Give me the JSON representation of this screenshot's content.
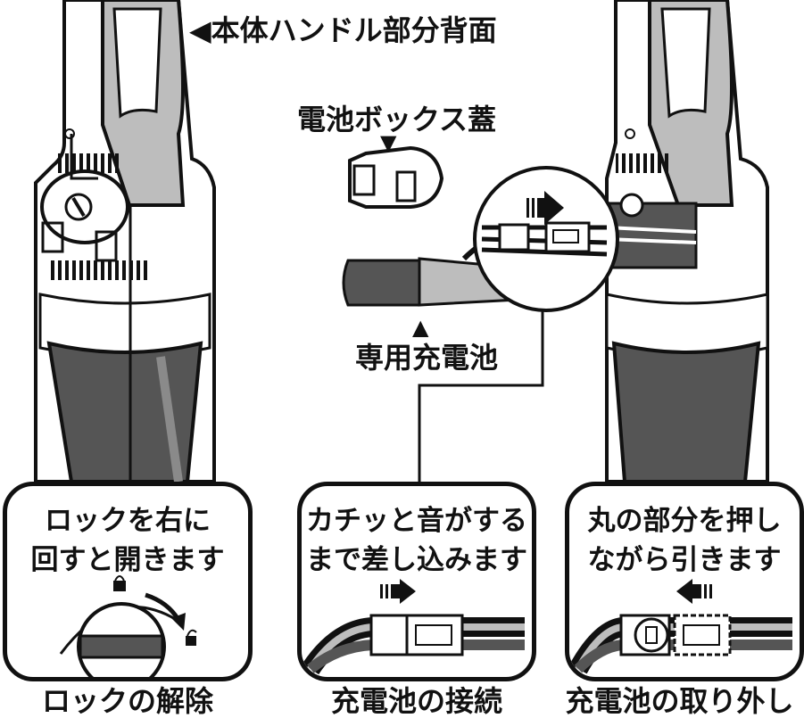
{
  "labels": {
    "handle_back": "◀本体ハンドル部分背面",
    "battery_cover": "電池ボックス蓋",
    "battery_cover_arrow": "▼",
    "battery": "専用充電池",
    "battery_arrow": "▲"
  },
  "panels": [
    {
      "lines": [
        "ロックを右に",
        "回すと開きます"
      ],
      "caption": "ロックの解除"
    },
    {
      "lines": [
        "カチッと音がする",
        "まで差し込みます"
      ],
      "caption": "充電池の接続"
    },
    {
      "lines": [
        "丸の部分を押し",
        "ながら引きます"
      ],
      "caption": "充電池の取り外し"
    }
  ],
  "colors": {
    "ink": "#111111",
    "light_gray": "#bdbdbd",
    "dark_gray": "#555555",
    "mid_gray": "#8a8a8a"
  },
  "icons": [
    "lock-closed-icon",
    "lock-open-icon",
    "insert-arrow-icon",
    "remove-arrow-icon"
  ]
}
